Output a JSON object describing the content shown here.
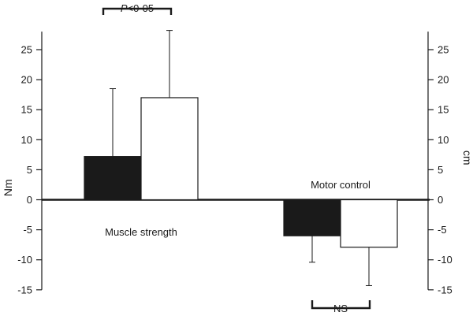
{
  "chart_data": {
    "type": "bar",
    "left_axis": {
      "label": "Nm",
      "ylim": [
        -15,
        28
      ],
      "ticks": [
        25,
        20,
        15,
        10,
        5,
        0,
        -5,
        -10,
        -15
      ]
    },
    "right_axis": {
      "label": "cm",
      "ylim": [
        -15,
        28
      ],
      "ticks": [
        25,
        20,
        15,
        10,
        5,
        0,
        -5,
        -10,
        -15
      ]
    },
    "groups": [
      {
        "name": "Muscle strength",
        "axis": "left",
        "bars": [
          {
            "fill": "black",
            "value": 7.2,
            "error": 11.3
          },
          {
            "fill": "white",
            "value": 17,
            "error": 11.2
          }
        ],
        "significance": "P<0·05",
        "significance_italic": "P",
        "significance_rest": "<0·05",
        "significance_position": "top"
      },
      {
        "name": "Motor control",
        "axis": "right",
        "bars": [
          {
            "fill": "black",
            "value": -6,
            "error": 4.4
          },
          {
            "fill": "white",
            "value": -7.9,
            "error": 6.4
          }
        ],
        "significance": "NS",
        "significance_position": "bottom"
      }
    ],
    "grid": false,
    "legend": "none"
  },
  "colors": {
    "dark_bar": "#1a1a1a",
    "light_bar": "#ffffff",
    "ink": "#1a1a1a"
  }
}
